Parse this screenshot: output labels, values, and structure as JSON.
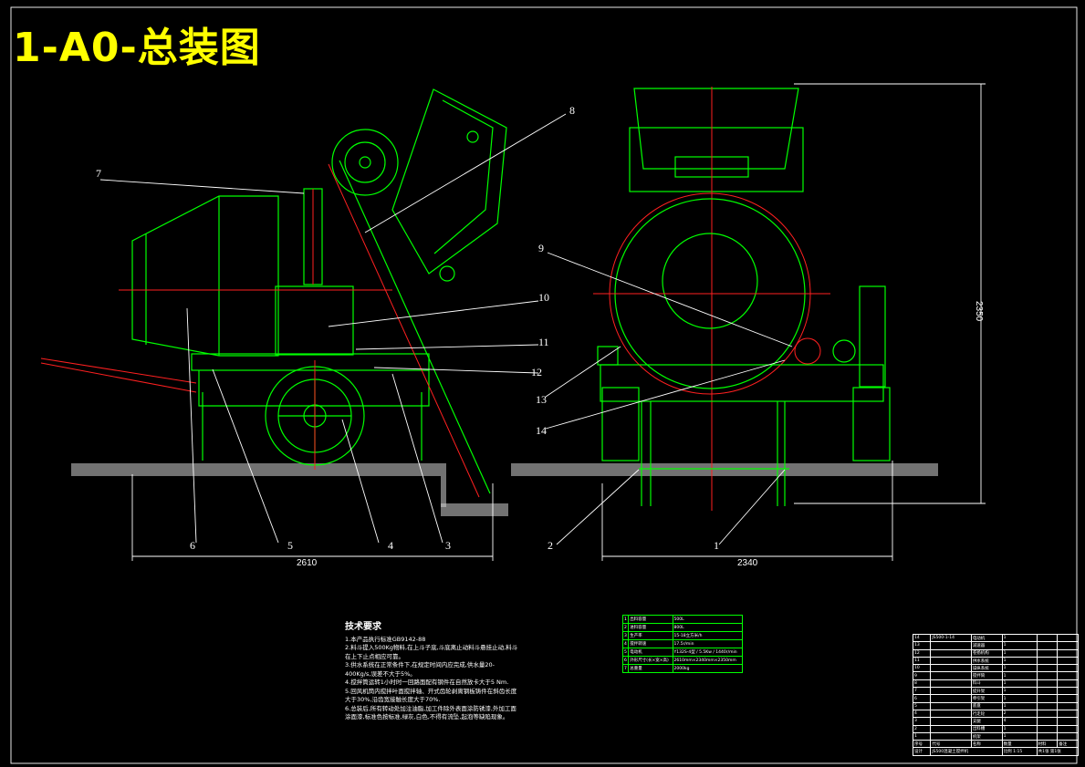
{
  "title": "1-A0-总装图",
  "part_labels": [
    "1",
    "2",
    "3",
    "4",
    "5",
    "6",
    "7",
    "8",
    "9",
    "10",
    "11",
    "12",
    "13",
    "14"
  ],
  "dimensions": {
    "side_length": "2610",
    "front_width": "2340",
    "height": "2350"
  },
  "technical_requirements": {
    "heading": "技术要求",
    "lines": [
      "1.本产品执行标准GB9142-88",
      "2.料斗提入500Kg物料,在上斗子底,斗底离止动料斗悬挂止动,料斗在上下止点相应可靠。",
      "3.供水系统在正常条件下,在规定时间内应完成,供水量20-400Kg/s,误差不大于5%。",
      "4.搅拌筒运转1小时时一回路面配有钢件在自然放卡大于5 Nm.",
      "5.回风机筒内搅拌叶面搅拌轴、开式齿轮剥离钢板铸件在斜齿长度大于30%,沿齿宽接触长度大于70%.",
      "6.总装后,所有转动处加注油脂,加工件除外表面涂防锈漆,外加工面涂面漆,标准色按标准,绿灰,白色,不得有流坠,起泡等缺陷现象。"
    ]
  },
  "spec_table": {
    "rows": [
      [
        "1",
        "出料容量",
        "500L"
      ],
      [
        "2",
        "进料容量",
        "800L"
      ],
      [
        "3",
        "生产率",
        "15-18立方米/h"
      ],
      [
        "4",
        "搅拌转速",
        "17.5r/min"
      ],
      [
        "5",
        "电动机",
        "Y132S-4型 / 5.5Kw / 1440r/min"
      ],
      [
        "6",
        "外形尺寸(长×宽×高)",
        "2610mm×2340mm×2350mm"
      ],
      [
        "7",
        "总重量",
        "2000kg"
      ]
    ]
  },
  "bom": {
    "rows": [
      [
        "14",
        "JS500-1-14",
        "电动机",
        "1"
      ],
      [
        "13",
        "",
        "减速器",
        "1"
      ],
      [
        "12",
        "",
        "卷扬机构",
        "1"
      ],
      [
        "11",
        "",
        "供水系统",
        "1"
      ],
      [
        "10",
        "",
        "操纵系统",
        "1"
      ],
      [
        "9",
        "",
        "搅拌筒",
        "1"
      ],
      [
        "8",
        "",
        "料斗",
        "1"
      ],
      [
        "7",
        "",
        "提升架",
        "1"
      ],
      [
        "6",
        "",
        "牵引架",
        "1"
      ],
      [
        "5",
        "",
        "底盘",
        "1"
      ],
      [
        "4",
        "",
        "行走轮",
        "2"
      ],
      [
        "3",
        "",
        "支腿",
        "4"
      ],
      [
        "2",
        "",
        "出料槽",
        "1"
      ],
      [
        "1",
        "",
        "机架",
        "1"
      ]
    ],
    "header": [
      "序号",
      "代号",
      "名称",
      "数量",
      "材料",
      "备注"
    ],
    "footer": [
      "设计",
      "JS500混凝土搅拌机",
      "比例 1:15",
      "共1张 第1张"
    ]
  }
}
